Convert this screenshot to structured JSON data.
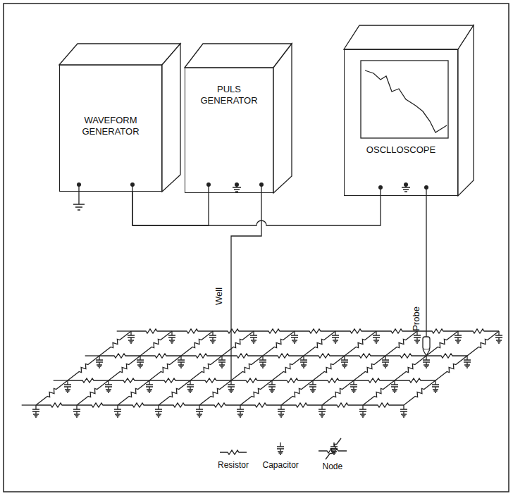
{
  "diagram": {
    "nodes": [
      {
        "text": [
          "WAVEFORM GENERATOR"
        ]
      },
      {
        "text": [
          "PULS GENERATOR"
        ]
      },
      {
        "text": [
          "OSCLLOSCOPE"
        ]
      }
    ],
    "edges": [
      {
        "from": 0,
        "to": 1,
        "arrow": "none"
      },
      {
        "from": 0,
        "to": 2,
        "arrow": "none"
      }
    ],
    "labels": [
      "Well",
      "Probe"
    ],
    "legend": [
      {
        "text": "Resistor"
      },
      {
        "text": "Capacitor"
      },
      {
        "text": "Node"
      }
    ]
  }
}
